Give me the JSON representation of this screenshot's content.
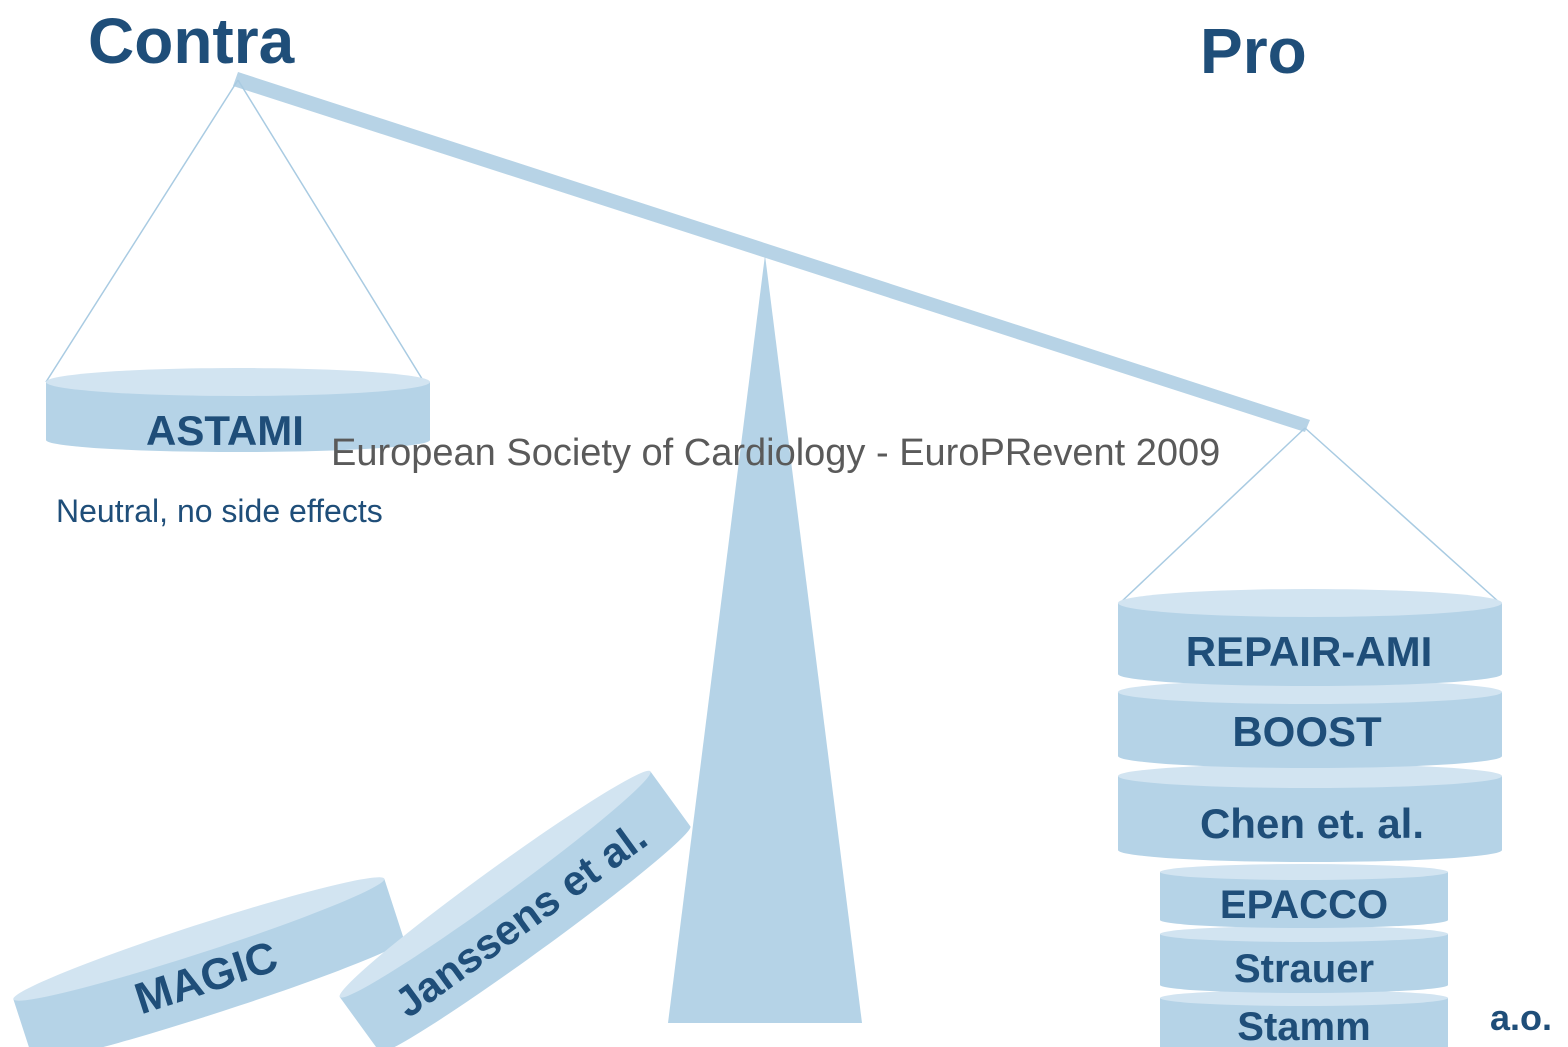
{
  "headings": {
    "contra": "Contra",
    "pro": "Pro"
  },
  "contra_side": {
    "pan_label": "ASTAMI",
    "note": "Neutral, no side effects",
    "fallen_disks": [
      "MAGIC",
      "Janssens et al."
    ]
  },
  "pro_side": {
    "stack": [
      "REPAIR-AMI",
      "BOOST",
      "Chen et. al.",
      "EPACCO",
      "Strauer",
      "Stamm"
    ],
    "suffix": "a.o."
  },
  "footer": "European Society of Cardiology - EuroPRevent 2009",
  "colors": {
    "beam": "#b7d3e6",
    "disk_body": "#b5d3e7",
    "disk_top": "#d2e4f1",
    "text_dark": "#1f4e79",
    "footer_text": "#5a5a5a"
  }
}
